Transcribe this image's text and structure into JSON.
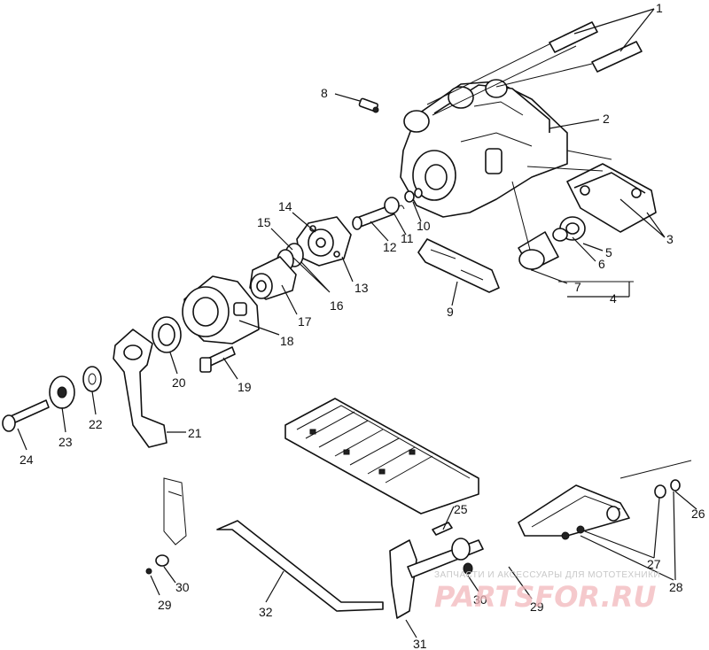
{
  "callouts": {
    "c1": "1",
    "c2": "2",
    "c3": "3",
    "c4": "4",
    "c5": "5",
    "c6": "6",
    "c7": "7",
    "c8": "8",
    "c9": "9",
    "c10": "10",
    "c11": "11",
    "c12": "12",
    "c13": "13",
    "c14": "14",
    "c15": "15",
    "c16": "16",
    "c17": "17",
    "c18": "18",
    "c19": "19",
    "c20": "20",
    "c21": "21",
    "c22": "22",
    "c23": "23",
    "c24": "24",
    "c25": "25",
    "c26": "26",
    "c27": "27",
    "c28": "28",
    "c29a": "29",
    "c29b": "29",
    "c30a": "30",
    "c30b": "30",
    "c31": "31",
    "c32": "32"
  },
  "watermark": {
    "tagline": "ЗАПЧАСТИ И АКСЕССУАРЫ ДЛЯ МОТОТЕХНИКИ",
    "brand": "PARTSFOR.RU"
  },
  "colors": {
    "line": "#111111",
    "watermark_brand": "#f2b8bc",
    "watermark_tagline": "#c8c8c8"
  }
}
